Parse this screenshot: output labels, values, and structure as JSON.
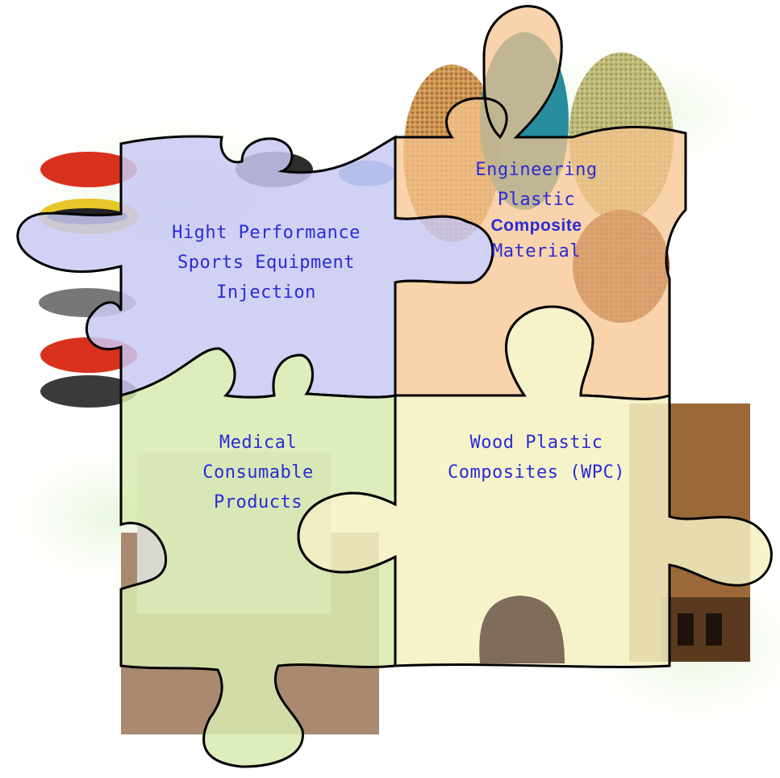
{
  "pieces": [
    {
      "id": "sports",
      "lines": [
        "Hight Performance",
        "Sports Equipment",
        "Injection"
      ],
      "fill": "#c9c9f2"
    },
    {
      "id": "engineering",
      "lines": [
        "Engineering",
        "Plastic",
        "Composite",
        "Material"
      ],
      "bold_line": 2,
      "fill": "#f6c48f"
    },
    {
      "id": "medical",
      "lines": [
        "Medical",
        "Consumable",
        "Products"
      ],
      "fill": "#d8eab0"
    },
    {
      "id": "wpc",
      "lines": [
        "Wood Plastic",
        "Composites (WPC)"
      ],
      "fill": "#f5f1c2"
    }
  ],
  "colors": {
    "text": "#2b2bd6",
    "outline": "#000000",
    "background_glow": "#eef8e4"
  }
}
